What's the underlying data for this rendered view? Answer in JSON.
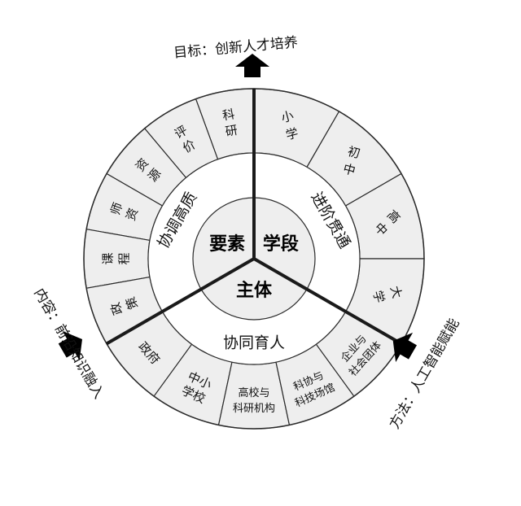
{
  "core": {
    "elements": "要素",
    "stages": "学段",
    "subjects": "主体"
  },
  "middle_ring": {
    "elements": "协调高质",
    "stages": "进阶贯通",
    "subjects": "协同育人"
  },
  "outer_segments": {
    "elements": [
      "科研",
      "评价",
      "资源",
      "师资",
      "课程",
      "政策"
    ],
    "stages": [
      "小学",
      "初中",
      "高中",
      "大学"
    ],
    "subjects": [
      [
        "政府"
      ],
      [
        "中小",
        "学校"
      ],
      [
        "高校与",
        "科研机构"
      ],
      [
        "科协与",
        "科技场馆"
      ],
      [
        "企业与",
        "社会团体"
      ]
    ]
  },
  "side_labels": {
    "goal": "目标：创新人才培养",
    "content": "内容：前沿知识融入",
    "method": "方法：人工智能赋能"
  },
  "colors": {
    "segment_fill": "#eeeeee",
    "stroke": "#2b2b2b",
    "arrow": "#000000"
  }
}
